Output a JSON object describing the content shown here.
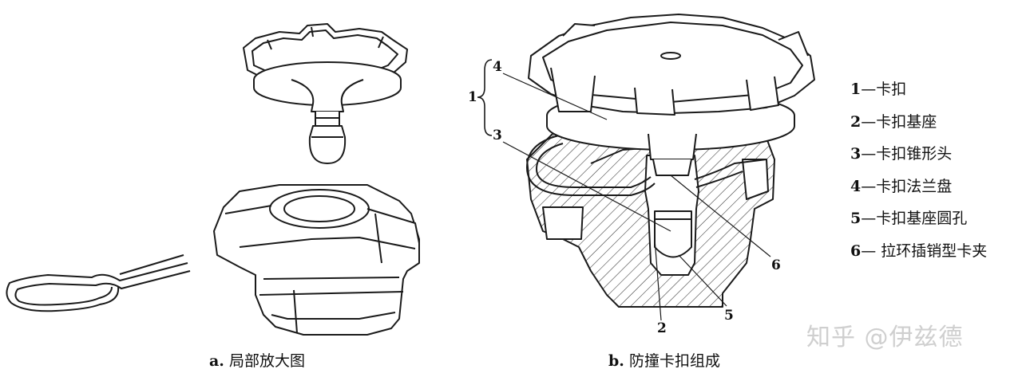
{
  "callouts": {
    "n1": "1",
    "n2": "2",
    "n3": "3",
    "n4": "4",
    "n5": "5",
    "n6": "6"
  },
  "legend": [
    {
      "num": "1",
      "text": "—卡扣"
    },
    {
      "num": "2",
      "text": "—卡扣基座"
    },
    {
      "num": "3",
      "text": "—卡扣锥形头"
    },
    {
      "num": "4",
      "text": "—卡扣法兰盘"
    },
    {
      "num": "5",
      "text": "—卡扣基座圆孔"
    },
    {
      "num": "6",
      "text": "— 拉环插销型卡夹"
    }
  ],
  "captions": {
    "a_letter": "a.",
    "a_text": " 局部放大图",
    "b_letter": "b.",
    "b_text": " 防撞卡扣组成"
  },
  "watermark": "知乎 @伊兹德",
  "colors": {
    "line": "#1a1a1a",
    "hatch": "#333333",
    "paper": "#ffffff"
  }
}
